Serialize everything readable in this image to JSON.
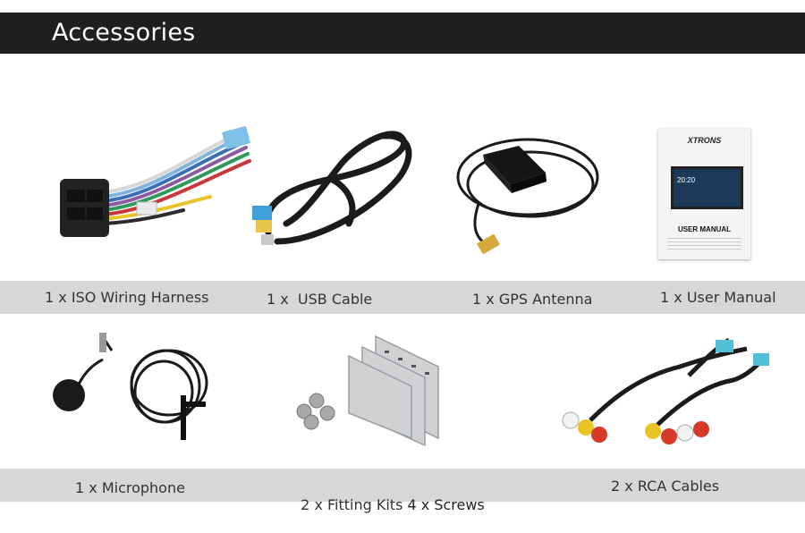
{
  "header": {
    "title": "Accessories"
  },
  "brand": "XTRONS",
  "manual": {
    "brand": "XTRONS",
    "title": "USER MANUAL",
    "screen_time": "20:20"
  },
  "row1": [
    {
      "label": "1 x ISO Wiring Harness"
    },
    {
      "label": "1 x  USB Cable"
    },
    {
      "label": "1 x GPS Antenna"
    },
    {
      "label": "1 x User Manual"
    }
  ],
  "row2": [
    {
      "label": "1 x Microphone"
    },
    {
      "label_main": "2 x Fitting Kits ",
      "label_extra": "4 x Screws"
    },
    {
      "label": "2 x RCA Cables"
    }
  ],
  "colors": {
    "header_bg": "#1f1f21",
    "band_bg": "#d7d7d7",
    "text": "#333333"
  }
}
